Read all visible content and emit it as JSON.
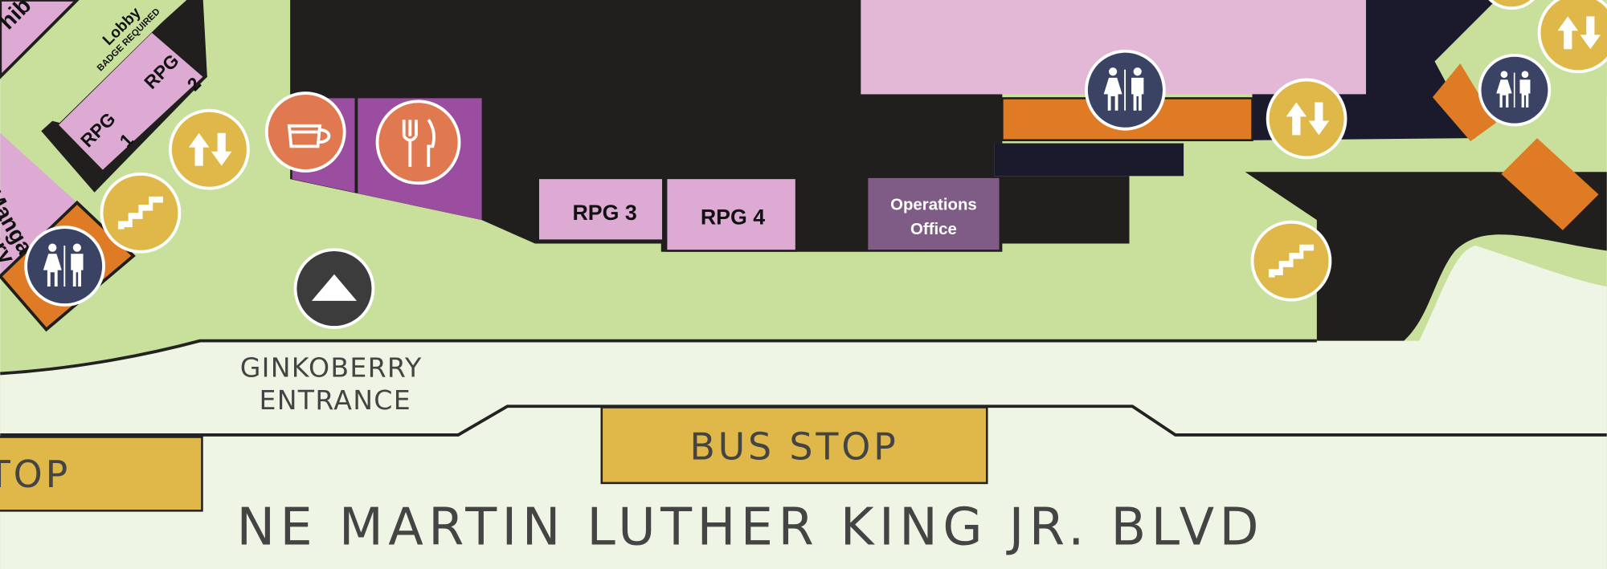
{
  "map": {
    "rooms": {
      "partial_top_left": "hib",
      "lobby": "Lobby",
      "lobby_note": "BADGE REQUIRED",
      "rpg1_a": "RPG",
      "rpg1_b": "1",
      "rpg2_a": "RPG",
      "rpg2_b": "2",
      "manga_a": "Manga",
      "manga_b": "Library",
      "rpg3": "RPG 3",
      "rpg4": "RPG 4",
      "ops_a": "Operations",
      "ops_b": "Office"
    },
    "entrance": {
      "line1": "GINKOBERRY",
      "line2": "ENTRANCE"
    },
    "bus_stop": "BUS STOP",
    "bus_stop_partial": "STOP",
    "street": "NE MARTIN LUTHER KING JR. BLVD",
    "icons": [
      "coffee-icon",
      "restaurant-icon",
      "restroom-icon",
      "elevator-icon",
      "stairs-icon",
      "entrance-icon"
    ]
  },
  "colors": {
    "walkway": "#c9e09d",
    "street": "#eff5e4",
    "building": "#201f1d",
    "room_pink": "#dcaad3",
    "food": "#9b4ea0",
    "orange": "#df7b25",
    "elevator": "#e0b84a",
    "restroom": "#3a4363",
    "ops": "#7f5c85"
  }
}
